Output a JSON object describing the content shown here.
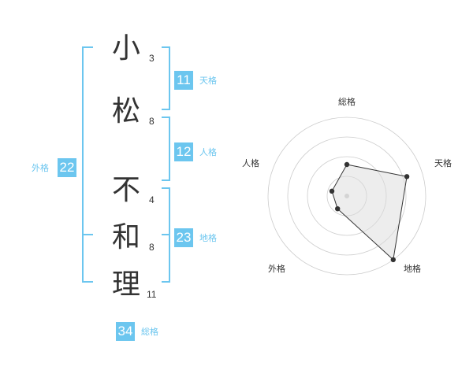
{
  "name": {
    "chars": [
      {
        "char": "小",
        "strokes": "3"
      },
      {
        "char": "松",
        "strokes": "8"
      },
      {
        "char": "不",
        "strokes": "4"
      },
      {
        "char": "和",
        "strokes": "8"
      },
      {
        "char": "理",
        "strokes": "11"
      }
    ]
  },
  "kaku": {
    "tenkaku": {
      "value": "11",
      "label": "天格"
    },
    "jinkaku": {
      "value": "12",
      "label": "人格"
    },
    "chikaku": {
      "value": "23",
      "label": "地格"
    },
    "gaikaku": {
      "value": "22",
      "label": "外格"
    },
    "soukaku": {
      "value": "34",
      "label": "総格"
    }
  },
  "colors": {
    "accent": "#6cc6ef",
    "ink": "#333333",
    "grid": "#cccccc",
    "fill": "#eeeeee"
  },
  "chart_data": {
    "type": "radar",
    "axes": [
      "総格",
      "天格",
      "地格",
      "外格",
      "人格"
    ],
    "levels": 4,
    "max": 4,
    "values": [
      2,
      4,
      5,
      1,
      1
    ]
  }
}
